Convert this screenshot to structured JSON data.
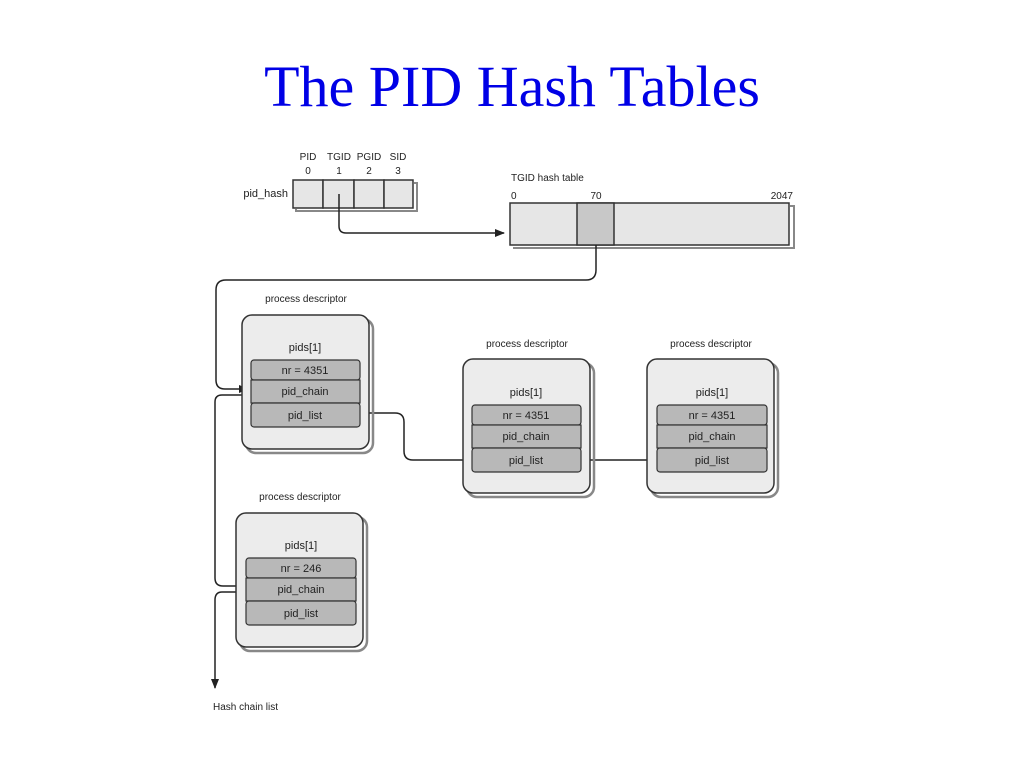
{
  "title": "The PID Hash Tables",
  "pid_hash": {
    "label": "pid_hash",
    "columns": [
      {
        "name": "PID",
        "index": "0"
      },
      {
        "name": "TGID",
        "index": "1"
      },
      {
        "name": "PGID",
        "index": "2"
      },
      {
        "name": "SID",
        "index": "3"
      }
    ]
  },
  "tgid_table": {
    "label": "TGID hash table",
    "start": "0",
    "slot": "70",
    "end": "2047"
  },
  "descriptors": [
    {
      "label": "process descriptor",
      "pids": "pids[1]",
      "nr": "nr = 4351",
      "chain": "pid_chain",
      "list": "pid_list"
    },
    {
      "label": "process descriptor",
      "pids": "pids[1]",
      "nr": "nr = 4351",
      "chain": "pid_chain",
      "list": "pid_list"
    },
    {
      "label": "process descriptor",
      "pids": "pids[1]",
      "nr": "nr = 4351",
      "chain": "pid_chain",
      "list": "pid_list"
    },
    {
      "label": "process descriptor",
      "pids": "pids[1]",
      "nr": "nr = 246",
      "chain": "pid_chain",
      "list": "pid_list"
    }
  ],
  "hash_chain_label": "Hash chain list",
  "colors": {
    "title": "#0000e6",
    "cell_fill": "#e6e6e6",
    "field_fill": "#b8b8b8",
    "stroke": "#333333"
  }
}
